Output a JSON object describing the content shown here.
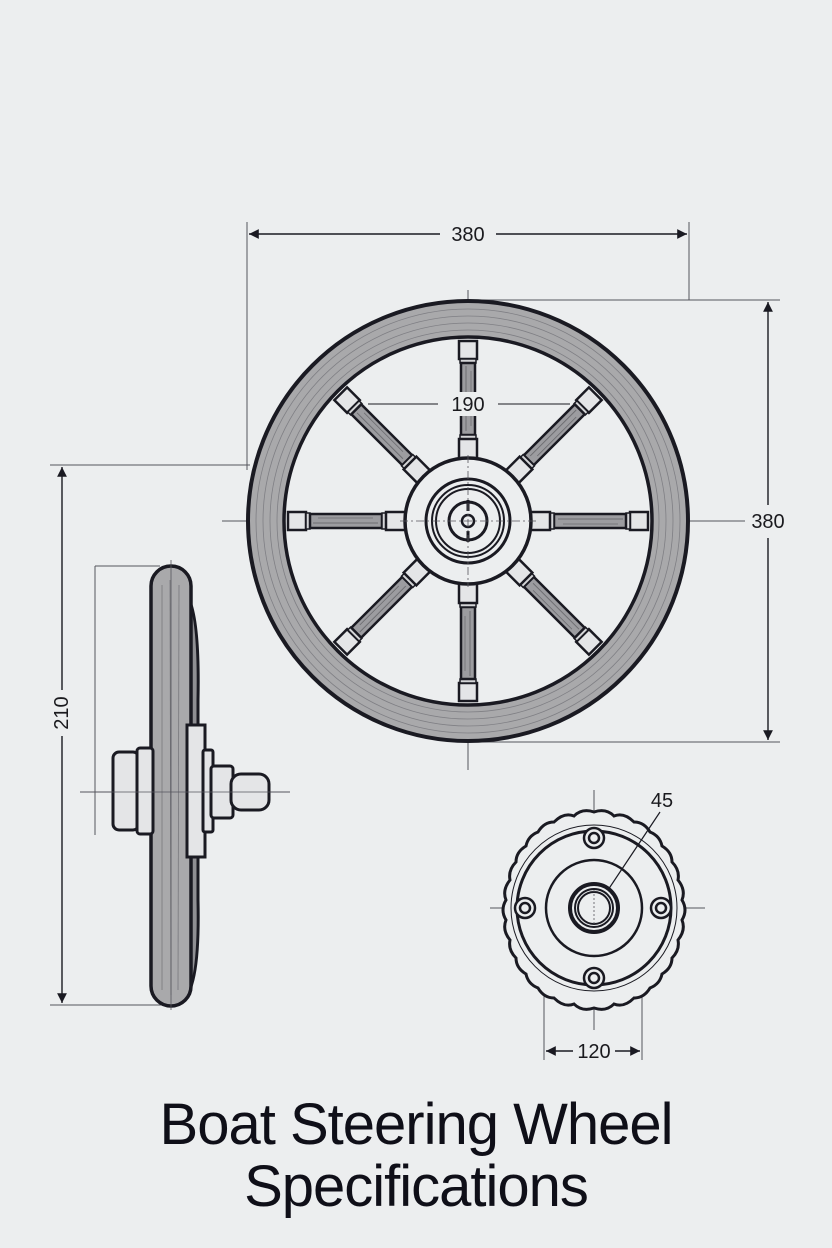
{
  "title": {
    "line1": "Boat Steering Wheel",
    "line2": "Specifications"
  },
  "views": {
    "front": {
      "label": "front-view",
      "spokes": 8,
      "dimensions": {
        "overall_width": "380",
        "overall_height": "380",
        "inner_span": "190"
      }
    },
    "side": {
      "label": "side-view",
      "dimensions": {
        "height": "210"
      }
    },
    "hub_detail": {
      "label": "hub-detail-view",
      "bolt_holes": 4,
      "dimensions": {
        "bore": "45",
        "width": "120"
      }
    }
  },
  "colors": {
    "background": "#eceeef",
    "line": "#1a1a22",
    "wood": "#a9a9ab",
    "metal": "#e4e5e7",
    "dim_line": "#3a3a40"
  }
}
